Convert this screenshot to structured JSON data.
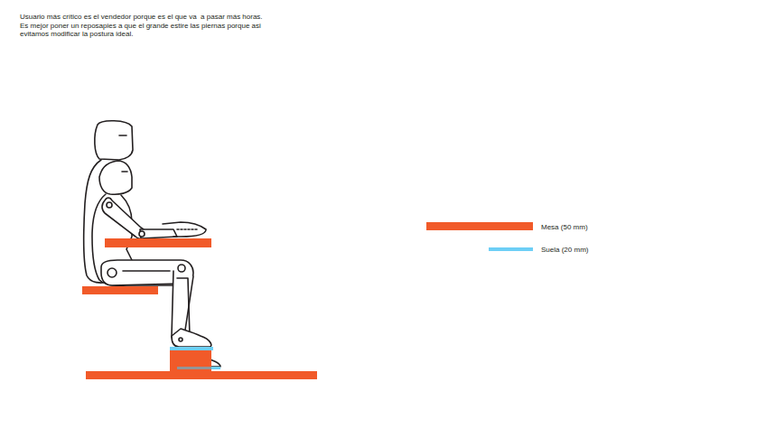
{
  "diagram": {
    "labels": [
      "Usuario más crítico es el vendedor porque es el que va  a pasar más horas.",
      "Es mejor poner un reposapies a que el grande estire las piernas porque asi evitamos modificar la postura ideal."
    ],
    "legend": [
      {
        "text": "Mesa (50 mm)",
        "color": "#f15a29"
      },
      {
        "text": "Suela (20 mm)",
        "color": "#6dcff6"
      }
    ]
  }
}
